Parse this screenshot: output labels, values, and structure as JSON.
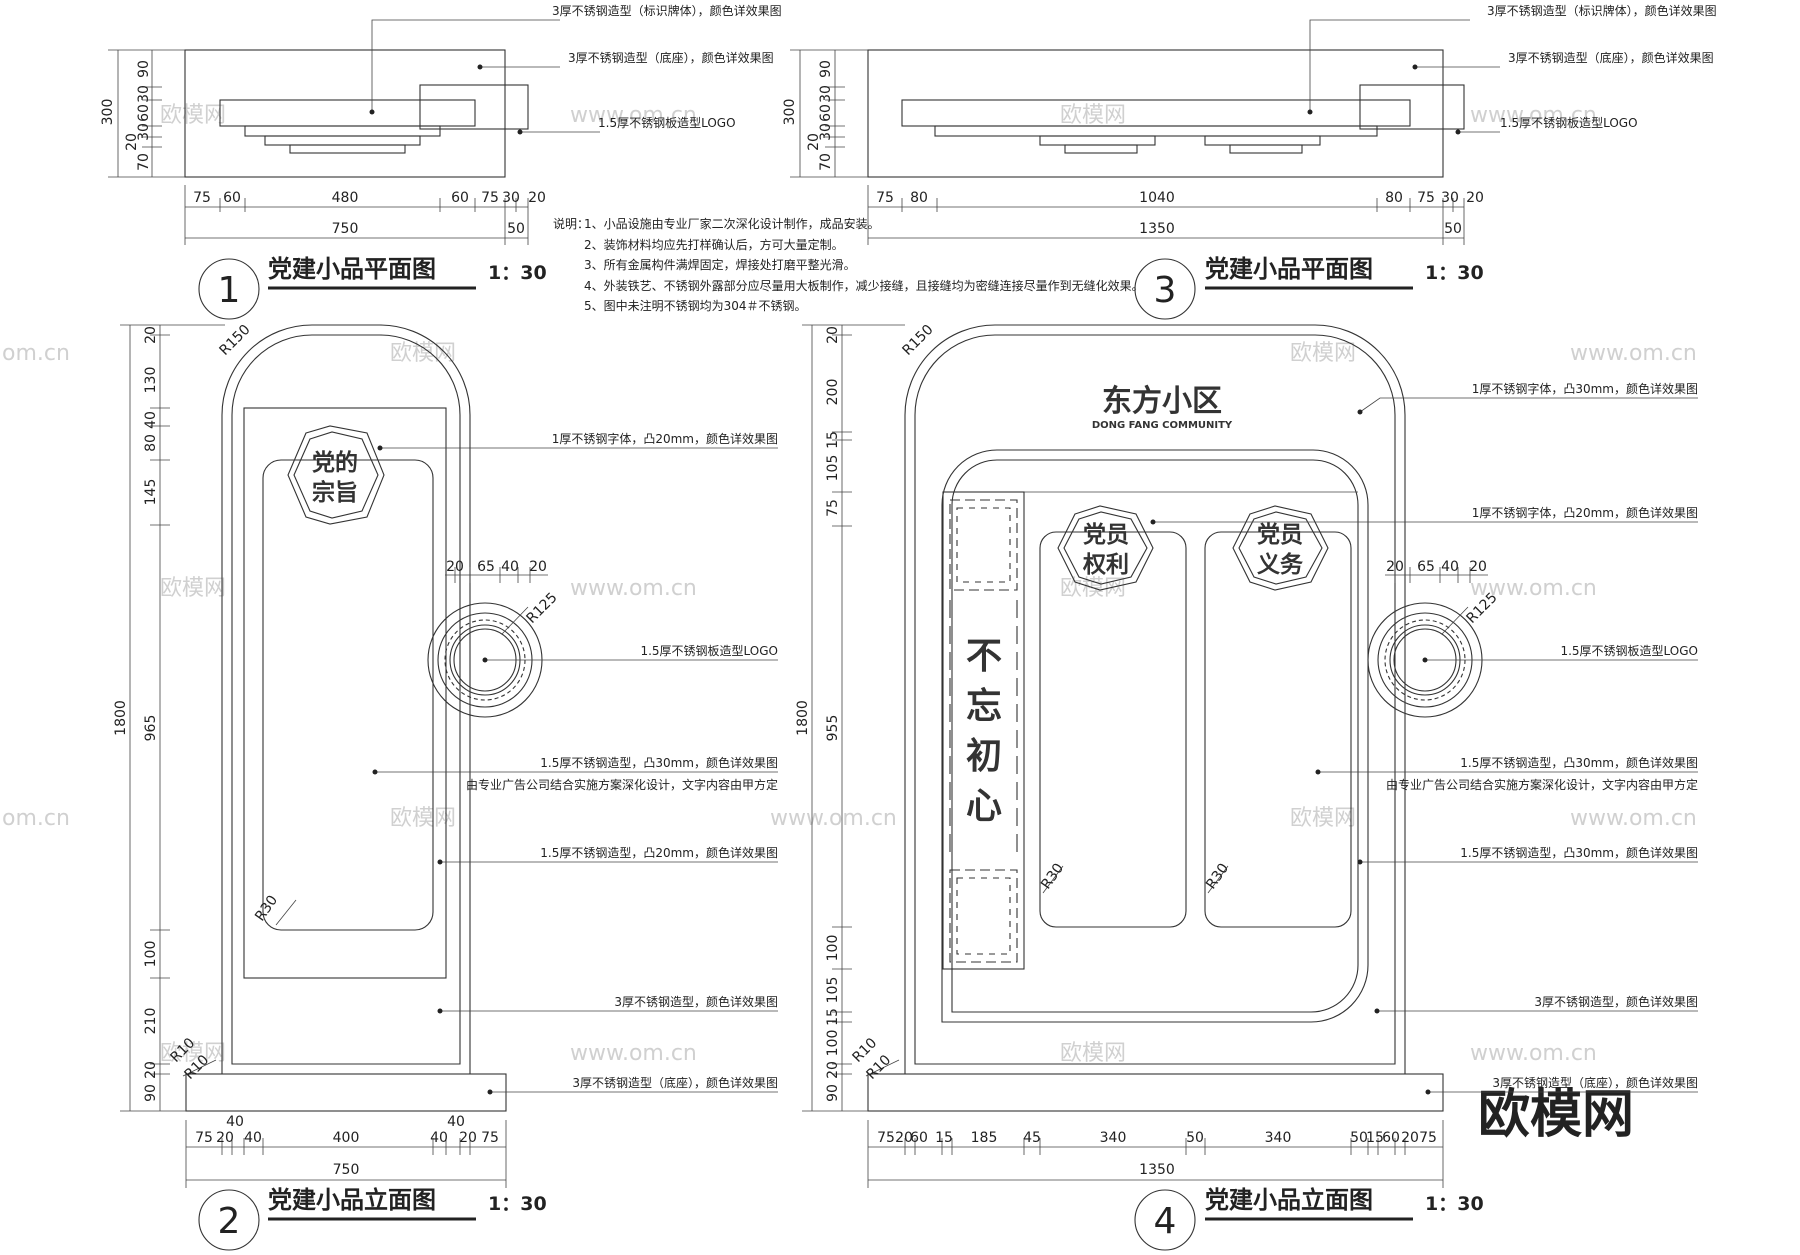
{
  "watermarks": {
    "logo_text": "欧模网",
    "url_text": "www.om.cn",
    "partial_url": "om.cn",
    "corner_logo": "欧模网"
  },
  "plan_left": {
    "view_number": "1",
    "title": "党建小品平面图",
    "scale": "1：30",
    "labels": [
      "3厚不锈钢造型（标识牌体），颜色详效果图",
      "3厚不锈钢造型（底座），颜色详效果图",
      "1.5厚不锈钢板造型LOGO"
    ],
    "vertical_dims": [
      "300",
      "90",
      "30",
      "60",
      "30",
      "20",
      "70"
    ],
    "horizontal_dims": [
      "75",
      "60",
      "480",
      "60",
      "75",
      "30",
      "20"
    ],
    "total_width": "750",
    "sub_dim": "50"
  },
  "plan_right": {
    "view_number": "3",
    "title": "党建小品平面图",
    "scale": "1：30",
    "labels": [
      "3厚不锈钢造型（标识牌体），颜色详效果图",
      "3厚不锈钢造型（底座），颜色详效果图",
      "1.5厚不锈钢板造型LOGO"
    ],
    "vertical_dims": [
      "300",
      "90",
      "30",
      "60",
      "30",
      "20",
      "70"
    ],
    "horizontal_dims": [
      "75",
      "80",
      "1040",
      "80",
      "75",
      "30",
      "20"
    ],
    "total_width": "1350",
    "sub_dim": "50"
  },
  "notes": {
    "heading": "说明：",
    "items": [
      "1、小品设施由专业厂家二次深化设计制作，成品安装。",
      "2、装饰材料均应先打样确认后，方可大量定制。",
      "3、所有金属构件满焊固定，焊接处打磨平整光滑。",
      "4、外装铁艺、不锈钢外露部分应尽量用大板制作，减少接缝，且接缝均为密缝连接尽量作到无缝化效果。",
      "5、图中未注明不锈钢均为304＃不锈钢。"
    ]
  },
  "elev_left": {
    "view_number": "2",
    "title": "党建小品立面图",
    "scale": "1：30",
    "hex_text": [
      "党的",
      "宗旨"
    ],
    "labels": [
      "1厚不锈钢字体，凸20mm，颜色详效果图",
      "1.5厚不锈钢板造型LOGO",
      "1.5厚不锈钢造型，凸30mm，颜色详效果图",
      "由专业广告公司结合实施方案深化设计，文字内容由甲方定",
      "1.5厚不锈钢造型，凸20mm，颜色详效果图",
      "3厚不锈钢造型，颜色详效果图",
      "3厚不锈钢造型（底座），颜色详效果图"
    ],
    "radii": [
      "R150",
      "R125",
      "R30",
      "R10",
      "R10"
    ],
    "vertical_dims": [
      "20",
      "130",
      "40",
      "80",
      "145",
      "965",
      "100",
      "210",
      "20",
      "90"
    ],
    "total_height": "1800",
    "logo_dims": [
      "20",
      "65",
      "40",
      "20"
    ],
    "horizontal_dims": [
      "75",
      "20",
      "40",
      "400",
      "40",
      "20",
      "75"
    ],
    "top_dims": [
      "40",
      "40"
    ],
    "total_width": "750"
  },
  "elev_right": {
    "view_number": "4",
    "title": "党建小品立面图",
    "scale": "1：30",
    "brand_name": "东方小区",
    "brand_sub": "DONG FANG COMMUNITY",
    "hex1_text": [
      "党员",
      "权利"
    ],
    "hex2_text": [
      "党员",
      "义务"
    ],
    "vertical_text": [
      "不",
      "忘",
      "初",
      "心"
    ],
    "labels": [
      "1厚不锈钢字体，凸30mm，颜色详效果图",
      "1厚不锈钢字体，凸20mm，颜色详效果图",
      "1.5厚不锈钢板造型LOGO",
      "1.5厚不锈钢造型，凸30mm，颜色详效果图",
      "由专业广告公司结合实施方案深化设计，文字内容由甲方定",
      "1.5厚不锈钢造型，凸30mm，颜色详效果图",
      "3厚不锈钢造型，颜色详效果图",
      "3厚不锈钢造型（底座），颜色详效果图"
    ],
    "radii": [
      "R150",
      "R125",
      "R30",
      "R30",
      "R10",
      "R10"
    ],
    "vertical_dims": [
      "20",
      "200",
      "15",
      "105",
      "75",
      "955",
      "100",
      "105",
      "15",
      "100",
      "20",
      "90"
    ],
    "total_height": "1800",
    "logo_dims": [
      "20",
      "65",
      "40",
      "20"
    ],
    "horizontal_dims": [
      "75",
      "20",
      "60",
      "15",
      "185",
      "45",
      "340",
      "50",
      "340",
      "50",
      "15",
      "60",
      "20",
      "75"
    ],
    "total_width": "1350"
  }
}
